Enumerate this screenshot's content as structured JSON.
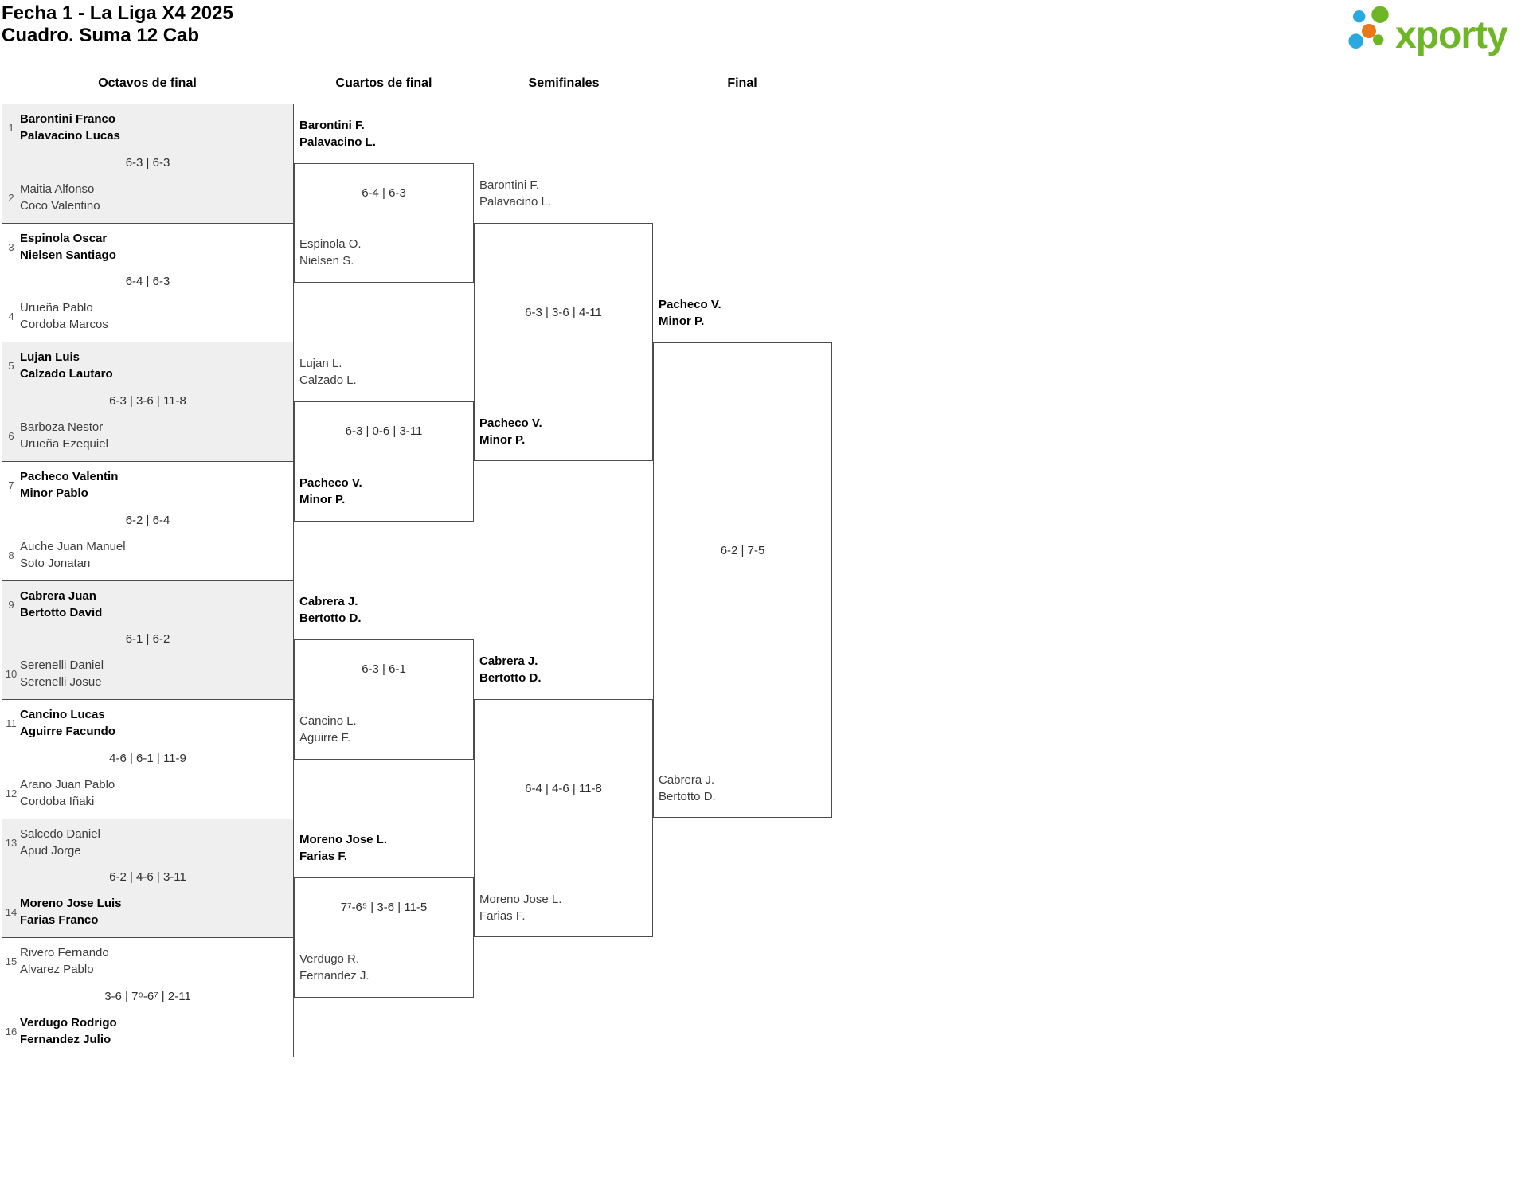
{
  "title": {
    "line1": "Fecha 1 - La Liga X4 2025",
    "line2": "Cuadro. Suma 12 Cab"
  },
  "logo": {
    "brand": "xporty",
    "colors": {
      "green": "#6fb626",
      "blue": "#29a9e0",
      "orange": "#e87818"
    }
  },
  "rounds": [
    "Octavos de final",
    "Cuartos de final",
    "Semifinales",
    "Final"
  ],
  "bracket": {
    "r16": [
      {
        "seed_top": "1",
        "top": [
          "Barontini Franco",
          "Palavacino Lucas"
        ],
        "score": "6-3 | 6-3",
        "seed_bottom": "2",
        "bottom": [
          "Maitia Alfonso",
          "Coco Valentino"
        ],
        "winner": "top"
      },
      {
        "seed_top": "3",
        "top": [
          "Espinola Oscar",
          "Nielsen Santiago"
        ],
        "score": "6-4 | 6-3",
        "seed_bottom": "4",
        "bottom": [
          "Urueña Pablo",
          "Cordoba Marcos"
        ],
        "winner": "top"
      },
      {
        "seed_top": "5",
        "top": [
          "Lujan Luis",
          "Calzado Lautaro"
        ],
        "score": "6-3 | 3-6 | 11-8",
        "seed_bottom": "6",
        "bottom": [
          "Barboza Nestor",
          "Urueña Ezequiel"
        ],
        "winner": "top"
      },
      {
        "seed_top": "7",
        "top": [
          "Pacheco Valentin",
          "Minor Pablo"
        ],
        "score": "6-2 | 6-4",
        "seed_bottom": "8",
        "bottom": [
          "Auche Juan Manuel",
          "Soto Jonatan"
        ],
        "winner": "top"
      },
      {
        "seed_top": "9",
        "top": [
          "Cabrera Juan",
          "Bertotto David"
        ],
        "score": "6-1 | 6-2",
        "seed_bottom": "10",
        "bottom": [
          "Serenelli Daniel",
          "Serenelli Josue"
        ],
        "winner": "top"
      },
      {
        "seed_top": "11",
        "top": [
          "Cancino Lucas",
          "Aguirre Facundo"
        ],
        "score": "4-6 | 6-1 | 11-9",
        "seed_bottom": "12",
        "bottom": [
          "Arano Juan Pablo",
          "Cordoba Iñaki"
        ],
        "winner": "top"
      },
      {
        "seed_top": "13",
        "top": [
          "Salcedo Daniel",
          "Apud Jorge"
        ],
        "score": "6-2 | 4-6 | 3-11",
        "seed_bottom": "14",
        "bottom": [
          "Moreno Jose Luis",
          "Farias Franco"
        ],
        "winner": "bottom"
      },
      {
        "seed_top": "15",
        "top": [
          "Rivero Fernando",
          "Alvarez Pablo"
        ],
        "score": "3-6 | 7⁹-6⁷ | 2-11",
        "seed_bottom": "16",
        "bottom": [
          "Verdugo Rodrigo",
          "Fernandez Julio"
        ],
        "winner": "bottom"
      }
    ],
    "qf": [
      {
        "top": [
          "Barontini F.",
          "Palavacino L."
        ],
        "bottom": [
          "Espinola O.",
          "Nielsen S."
        ],
        "score": "6-4 | 6-3",
        "winner": "top"
      },
      {
        "top": [
          "Lujan L.",
          "Calzado L."
        ],
        "bottom": [
          "Pacheco V.",
          "Minor P."
        ],
        "score": "6-3 | 0-6 | 3-11",
        "winner": "bottom"
      },
      {
        "top": [
          "Cabrera J.",
          "Bertotto D."
        ],
        "bottom": [
          "Cancino L.",
          "Aguirre F."
        ],
        "score": "6-3 | 6-1",
        "winner": "top"
      },
      {
        "top": [
          "Moreno Jose L.",
          "Farias F."
        ],
        "bottom": [
          "Verdugo R.",
          "Fernandez J."
        ],
        "score": "7⁷-6⁵ | 3-6 | 11-5",
        "winner": "top"
      }
    ],
    "sf": [
      {
        "top": [
          "Barontini F.",
          "Palavacino L."
        ],
        "bottom": [
          "Pacheco V.",
          "Minor P."
        ],
        "score": "6-3 | 3-6 | 4-11",
        "winner": "bottom"
      },
      {
        "top": [
          "Cabrera J.",
          "Bertotto D."
        ],
        "bottom": [
          "Moreno Jose L.",
          "Farias F."
        ],
        "score": "6-4 | 4-6 | 11-8",
        "winner": "top"
      }
    ],
    "final": {
      "top": [
        "Pacheco V.",
        "Minor P."
      ],
      "bottom": [
        "Cabrera J.",
        "Bertotto D."
      ],
      "score": "6-2 | 7-5",
      "winner": "top"
    }
  }
}
